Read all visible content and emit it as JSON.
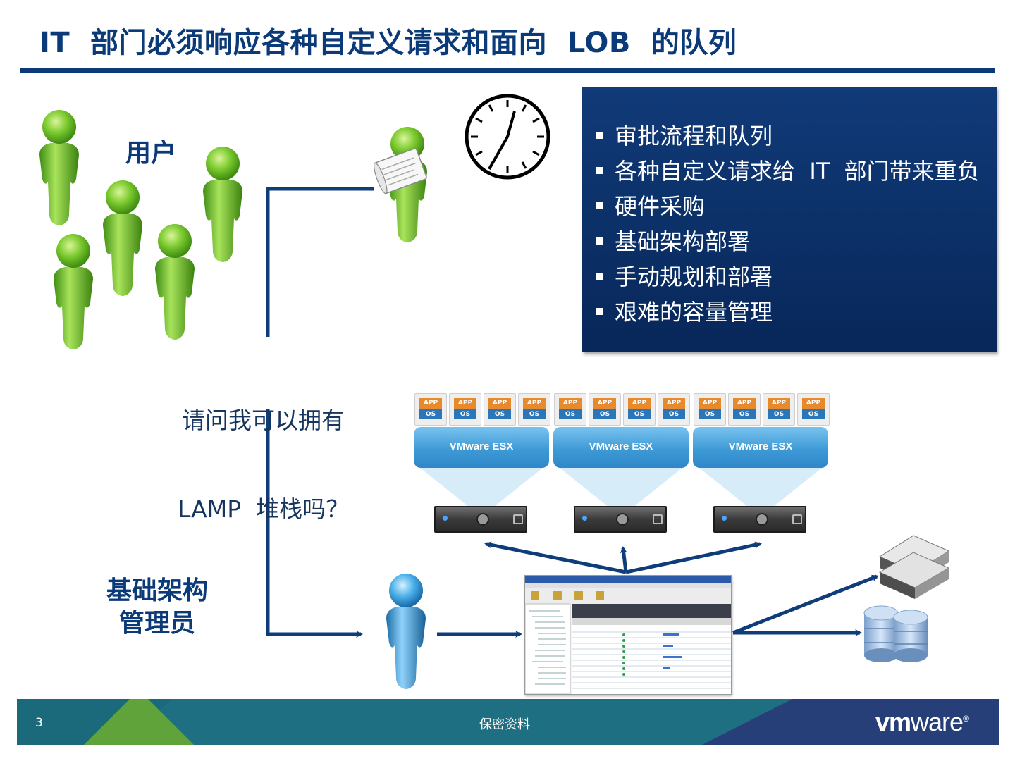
{
  "slide": {
    "title": "IT  部门必须响应各种自定义请求和面向  LOB  的队列",
    "users_label": "用户",
    "admin_label_line1": "基础架构",
    "admin_label_line2": "管理员",
    "question_line1": "请问我可以拥有",
    "question_line2": "LAMP  堆栈吗？",
    "bullets": [
      "审批流程和队列",
      "各种自定义请求给  IT  部门带来重负",
      "硬件采购",
      "基础架构部署",
      "手动规划和部署",
      "艰难的容量管理"
    ],
    "app_label": "APP",
    "os_label": "OS",
    "esx_labels": [
      "VMware ESX",
      "VMware ESX",
      "VMware ESX"
    ]
  },
  "footer": {
    "page_number": "3",
    "confidential": "保密资料",
    "logo_vm": "vm",
    "logo_ware": "ware",
    "logo_mark": "®"
  },
  "colors": {
    "title_blue": "#0b3a78",
    "box_navy": "#0b2f66",
    "footer_teal": "#1f6f83",
    "footer_green": "#5fa33a",
    "footer_navy": "#263f78",
    "user_green": "#6cbf2c",
    "admin_blue": "#3aa2e0"
  },
  "icons": [
    "user-green-icon",
    "user-scroll-icon",
    "clock-icon",
    "user-blue-icon",
    "server-icon",
    "network-switch-icon",
    "database-icon"
  ]
}
